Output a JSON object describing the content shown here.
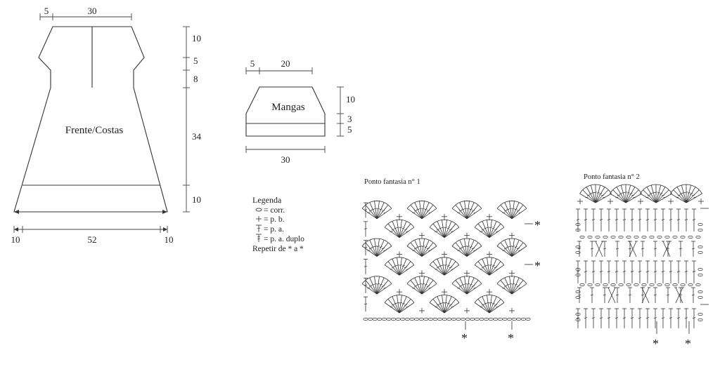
{
  "dress": {
    "label": "Frente/Costas",
    "dims_top": [
      "5",
      "30"
    ],
    "dims_right": [
      "10",
      "5",
      "8",
      "34",
      "10"
    ],
    "dims_bottom": [
      "10",
      "52",
      "10"
    ]
  },
  "sleeve": {
    "label": "Mangas",
    "dims_top": [
      "5",
      "20"
    ],
    "dims_right": [
      "10",
      "3",
      "5"
    ],
    "dim_bottom": "30"
  },
  "legend": {
    "title": "Legenda",
    "items": [
      {
        "symbol": "chain-symbol",
        "text": "= corr."
      },
      {
        "symbol": "single-crochet-symbol",
        "text": "= p. b."
      },
      {
        "symbol": "double-crochet-symbol",
        "text": "= p. a."
      },
      {
        "symbol": "treble-crochet-symbol",
        "text": "= p. a. duplo"
      }
    ],
    "repeat_note": "Repetir de * a *"
  },
  "stitch1": {
    "title": "Ponto fantasia n° 1",
    "fan_rows": 6,
    "star": "*"
  },
  "stitch2": {
    "title": "Ponto fantasia n° 2",
    "top_fans": 4,
    "star": "*"
  }
}
